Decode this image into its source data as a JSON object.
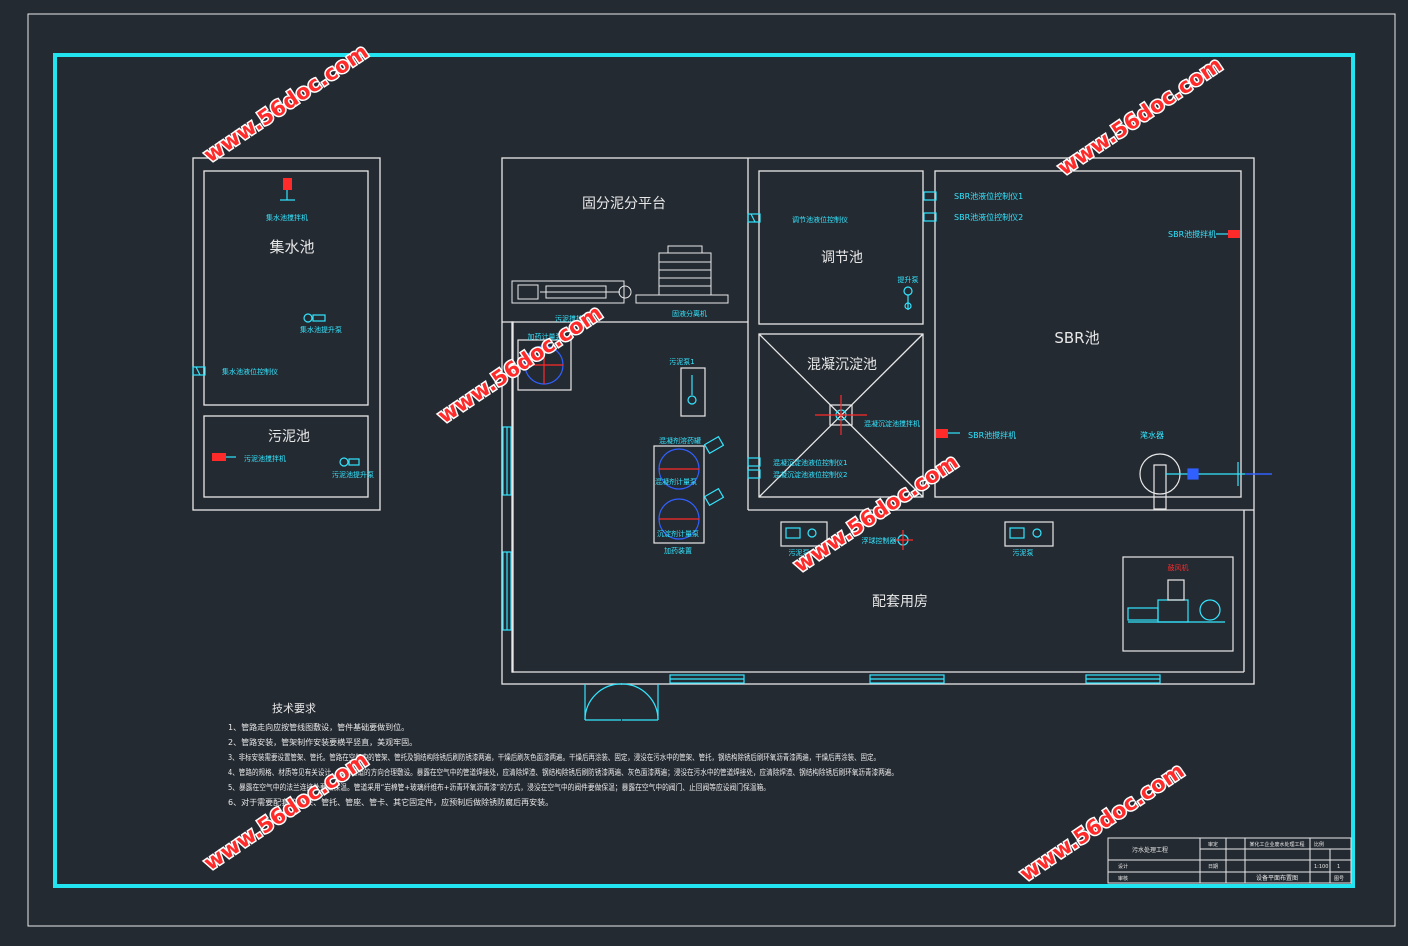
{
  "colors": {
    "background": "#242a32",
    "frame": "#22e4f0",
    "line": "#e8e8e8",
    "cyan": "#33e6ff",
    "red": "#ff2a2a",
    "blue": "#3060ff",
    "watermark": "#ff2a2a"
  },
  "rooms": {
    "collection_tank": "集水池",
    "sludge_tank": "污泥池",
    "solid_platform": "固分泥分平台",
    "equalization_tank": "调节池",
    "coagulation_tank": "混凝沉淀池",
    "sbr_tank": "SBR池",
    "support_room": "配套用房"
  },
  "equipment": {
    "collection_mixer": "集水池搅拌机",
    "collection_pump": "集水池提升泵",
    "collection_level": "集水池液位控制仪",
    "sludge_mixer": "污泥池搅拌机",
    "sludge_pump": "污泥池提升泵",
    "eq_level": "调节池液位控制仪",
    "eq_pump": "提升泵",
    "solid_machine": "固液分离机",
    "sludge_mixer_top": "污泥搅拌机",
    "sludge_pump_1": "污泥泵1",
    "coag_mixer": "混凝沉淀池搅拌机",
    "coag_level_1": "混凝沉淀池液位控制仪1",
    "coag_level_2": "混凝沉淀池液位控制仪2",
    "sbr_level_1": "SBR池液位控制仪1",
    "sbr_level_2": "SBR池液位控制仪2",
    "sbr_mixer_top": "SBR池搅拌机",
    "sbr_mixer_left": "SBR池搅拌机",
    "decanter": "滗水器",
    "tank_a": "混凝剂溶药罐",
    "tank_b": "混凝剂计量泵",
    "tank_c": "沉淀剂计量泵",
    "dosing_pump": "加药计量泵",
    "sludge_pump_2": "污泥泵",
    "float_valve": "浮球控制器",
    "sludge_pump_3": "污泥泵",
    "blower": "鼓风机",
    "dosing_device": "加药装置"
  },
  "notes": {
    "title": "技术要求",
    "lines": [
      "1、管路走向应按管线图敷设，管件基础要做到位。",
      "2、管路安装，管架制作安装要横平竖直，美观牢固。",
      "3、非标安装需要设置管架、管托。管路在空气中的管架、管托及钢结构除锈后刷防锈漆两遍，干燥后刷灰色面漆两遍。干燥后再涂装、固定，浸没在污水中的管架、管托，钢结构除锈后刷环氧沥青漆两遍，干燥后再涂装、固定。",
      "4、管路的规格、材质等见有关设计。按照管道的方向合理敷设。暴露在空气中的管道焊接处，应清除焊渣、钢结构除锈后刷防锈漆两遍、灰色面漆两遍；浸没在污水中的管道焊接处，应清除焊渣、钢结构除锈后刷环氧沥青漆两遍。",
      "5、暴露在空气中的法兰连接处要做保温。管道采用“岩棉管+玻璃纤维布+沥青环氧沥青漆”的方式，浸没在空气中的阀件要做保温；暴露在空气中的阀门、止回阀等应设阀门保温箱。",
      "6、对于需要配套的管架、管托、管座、管卡、其它固定件，应预制后做除锈防腐后再安装。"
    ]
  },
  "title_block": {
    "design_company": "污水处理工程",
    "drawing_name": "设备平面布置图",
    "project": "某化工企业废水处理工程",
    "scale": "1:100",
    "sheet": "1",
    "drawn": "设计",
    "checked": "审核",
    "approved": "审定",
    "date": "日期",
    "material": "比例",
    "no": "图号"
  },
  "watermark": "www.56doc.com"
}
